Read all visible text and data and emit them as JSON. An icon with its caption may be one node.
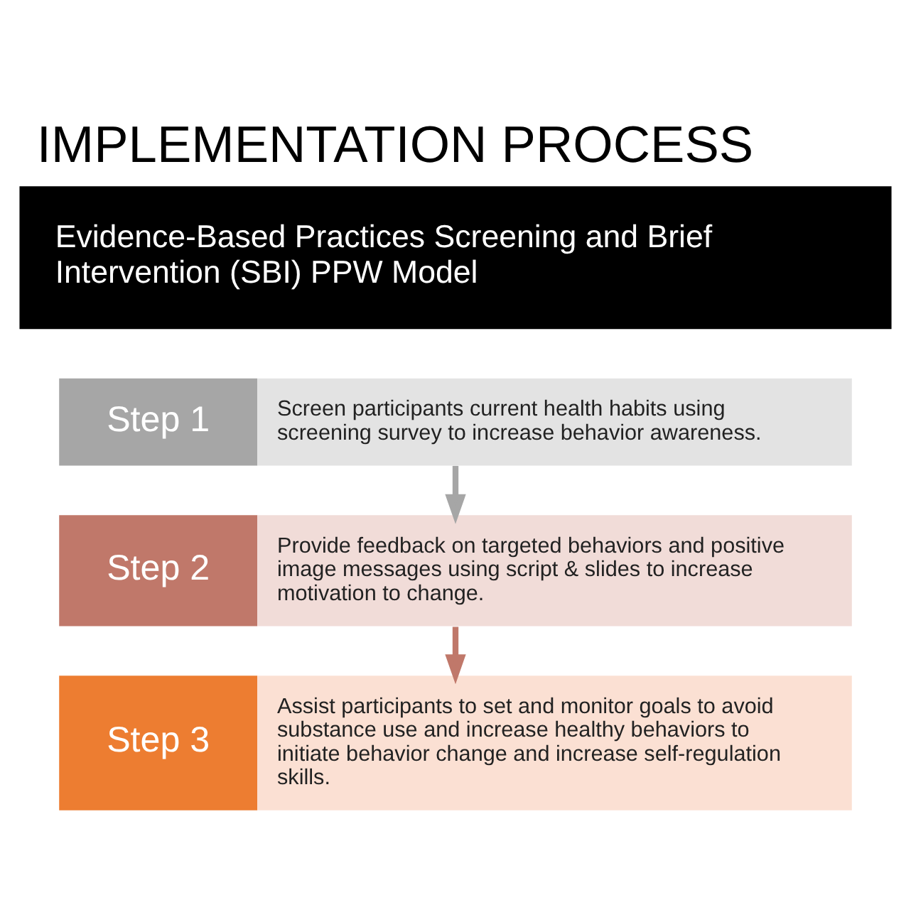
{
  "diagram": {
    "title": "IMPLEMENTATION PROCESS",
    "nodes": [
      {
        "text": [
          "Evidence-Based Practices Screening and Brief Intervention (SBI) PPW Model"
        ]
      },
      {
        "text": [
          "Step 1",
          "Screen participants current health habits using screening survey to increase behavior awareness."
        ]
      },
      {
        "text": [
          "Step 2",
          "Provide feedback on targeted behaviors and positive image messages using script & slides to increase motivation to change."
        ]
      },
      {
        "text": [
          "Step 3",
          "Assist participants to set and monitor goals to avoid substance use and increase healthy behaviors to initiate behavior change and increase self-regulation skills."
        ]
      }
    ],
    "edges": [
      {
        "from": 1,
        "to": 2,
        "arrow": "to",
        "color": "#a6a6a6"
      },
      {
        "from": 2,
        "to": 3,
        "arrow": "to",
        "color": "#c0786a"
      }
    ]
  }
}
